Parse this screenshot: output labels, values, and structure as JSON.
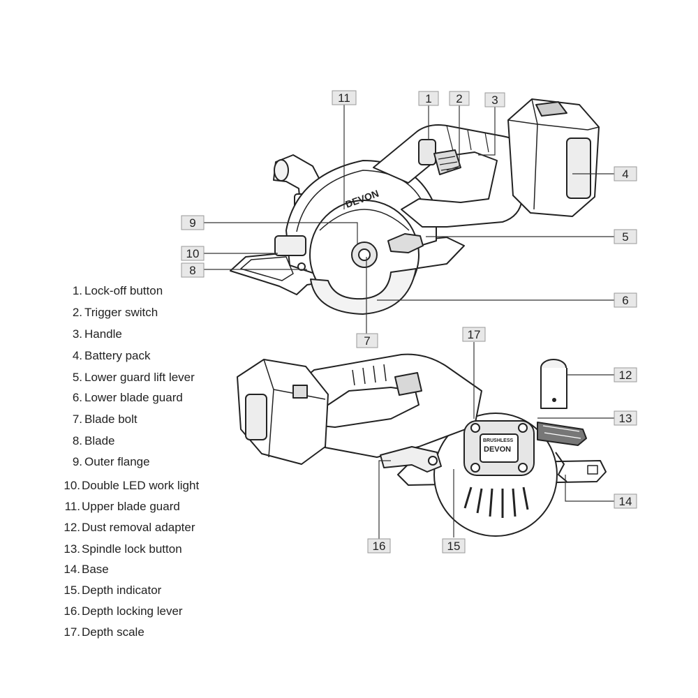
{
  "brand": "DEVON",
  "badge_text": "BRUSHLESS",
  "callouts": [
    {
      "n": "1"
    },
    {
      "n": "2"
    },
    {
      "n": "3"
    },
    {
      "n": "4"
    },
    {
      "n": "5"
    },
    {
      "n": "6"
    },
    {
      "n": "7"
    },
    {
      "n": "8"
    },
    {
      "n": "9"
    },
    {
      "n": "10"
    },
    {
      "n": "11"
    },
    {
      "n": "12"
    },
    {
      "n": "13"
    },
    {
      "n": "14"
    },
    {
      "n": "15"
    },
    {
      "n": "16"
    },
    {
      "n": "17"
    }
  ],
  "legend": [
    {
      "num": "1.",
      "text": "Lock-off button"
    },
    {
      "num": "2.",
      "text": "Trigger switch"
    },
    {
      "num": "3.",
      "text": "Handle"
    },
    {
      "num": "4.",
      "text": "Battery pack"
    },
    {
      "num": "5.",
      "text": "Lower guard lift lever"
    },
    {
      "num": "6.",
      "text": "Lower blade guard"
    },
    {
      "num": "7.",
      "text": "Blade bolt"
    },
    {
      "num": "8.",
      "text": "Blade"
    },
    {
      "num": "9.",
      "text": "Outer flange"
    },
    {
      "num": "10.",
      "text": "Double LED work light"
    },
    {
      "num": "11.",
      "text": "Upper blade guard"
    },
    {
      "num": "12.",
      "text": "Dust removal adapter"
    },
    {
      "num": "13.",
      "text": "Spindle lock button"
    },
    {
      "num": "14.",
      "text": "Base"
    },
    {
      "num": "15.",
      "text": "Depth indicator"
    },
    {
      "num": "16.",
      "text": "Depth locking lever"
    },
    {
      "num": "17.",
      "text": "Depth scale"
    }
  ]
}
